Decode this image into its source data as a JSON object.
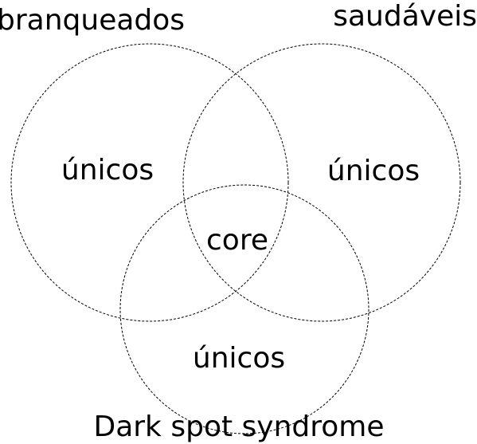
{
  "diagram": {
    "sets": [
      {
        "label": "branqueados",
        "region_label": "únicos"
      },
      {
        "label": "saudáveis",
        "region_label": "únicos"
      },
      {
        "label": "Dark spot syndrome",
        "region_label": "únicos"
      }
    ],
    "intersection_label": "core",
    "colors": {
      "stroke": "#000000",
      "text": "#000000",
      "background": "#ffffff"
    }
  }
}
